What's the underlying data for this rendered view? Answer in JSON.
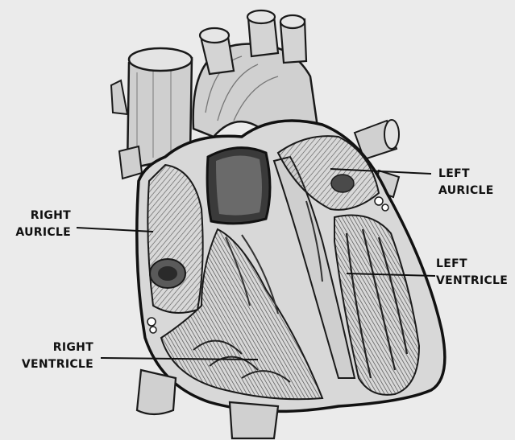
{
  "labels": {
    "right_auricle": [
      "RIGHT",
      "AURICLE"
    ],
    "left_auricle": [
      "LEFT",
      "AURICLE"
    ],
    "left_ventricle": [
      "LEFT",
      "VENTRICLE"
    ],
    "right_ventricle": [
      "RIGHT",
      "VENTRICLE"
    ]
  },
  "colors": {
    "background": "#ebebeb",
    "ink": "#1a1a1a",
    "chamber": "#3a3a3a",
    "vessel": "#d9d9d9"
  }
}
